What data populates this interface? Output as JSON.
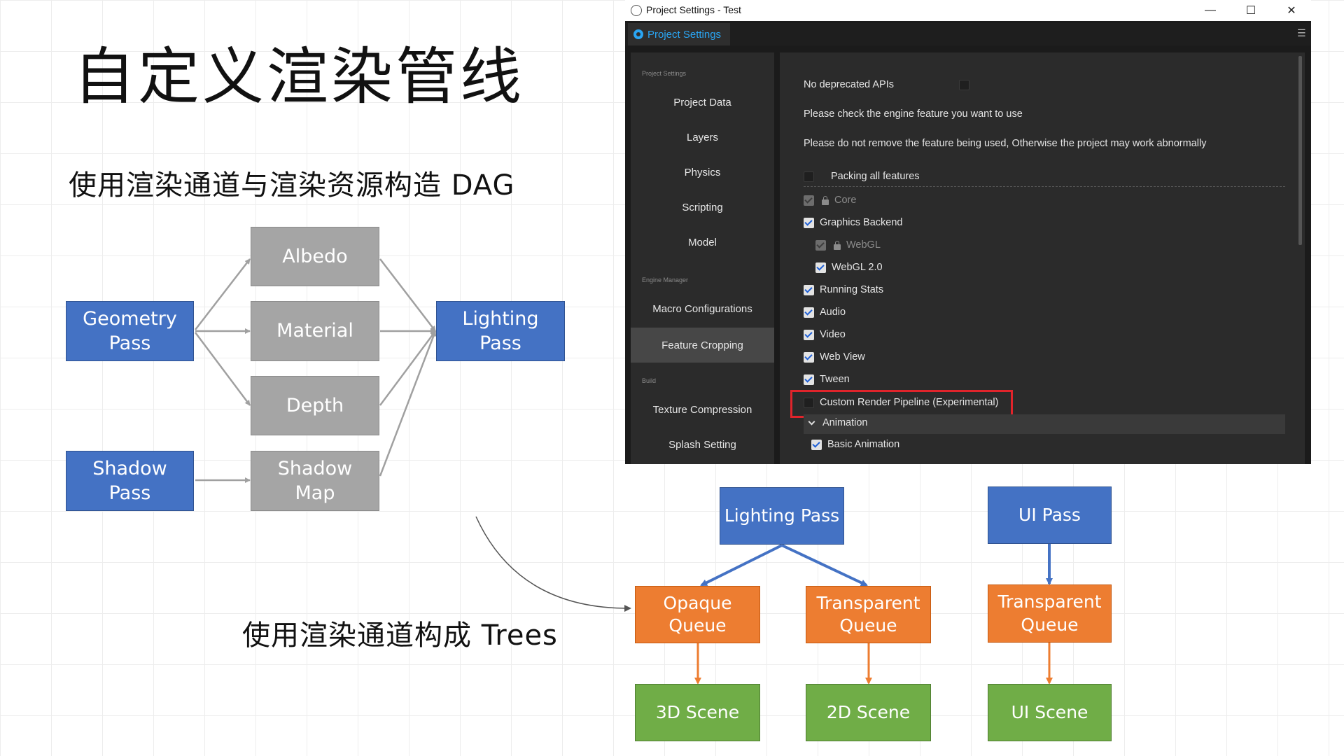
{
  "title": "自定义渲染管线",
  "subtitle": "使用渲染通道与渲染资源构造 DAG",
  "trees_caption": "使用渲染通道构成 Trees",
  "colors": {
    "pass": "#4472c4",
    "resource": "#a5a5a5",
    "queue": "#ed7d31",
    "scene": "#70ad47",
    "highlight": "#e0242b",
    "accent": "#2aa5f3"
  },
  "dag": {
    "geometry_pass": "Geometry\nPass",
    "shadow_pass": "Shadow\nPass",
    "albedo": "Albedo",
    "material": "Material",
    "depth": "Depth",
    "shadow_map": "Shadow\nMap",
    "lighting_pass": "Lighting\nPass"
  },
  "trees": {
    "lighting_pass": "Lighting Pass",
    "opaque_queue": "Opaque\nQueue",
    "transparent_queue_1": "Transparent\nQueue",
    "scene_3d": "3D Scene",
    "scene_2d": "2D Scene",
    "ui_pass": "UI Pass",
    "transparent_queue_2": "Transparent\nQueue",
    "ui_scene": "UI Scene"
  },
  "window": {
    "title": "Project Settings - Test",
    "controls": {
      "minimize": "—",
      "maximize": "☐",
      "close": "✕"
    },
    "tab": "Project Settings",
    "menu_icon": "hamburger-icon",
    "sidebar": {
      "section_project": "Project Settings",
      "section_engine": "Engine Manager",
      "section_build": "Build",
      "items": [
        "Project Data",
        "Layers",
        "Physics",
        "Scripting",
        "Model",
        "Macro Configurations",
        "Feature Cropping",
        "Texture Compression",
        "Splash Setting"
      ],
      "active": "Feature Cropping"
    },
    "content": {
      "no_deprecated": "No deprecated APIs",
      "check_text": "Please check the engine feature you want to use",
      "warning_text": "Please do not remove the feature being used, Otherwise the project may work abnormally",
      "packing": "Packing all features",
      "core": "Core",
      "graphics_backend": "Graphics Backend",
      "webgl": "WebGL",
      "webgl2": "WebGL 2.0",
      "running_stats": "Running Stats",
      "audio": "Audio",
      "video": "Video",
      "web_view": "Web View",
      "tween": "Tween",
      "custom_rp": "Custom Render Pipeline (Experimental)",
      "animation": "Animation",
      "basic_animation": "Basic Animation"
    }
  }
}
